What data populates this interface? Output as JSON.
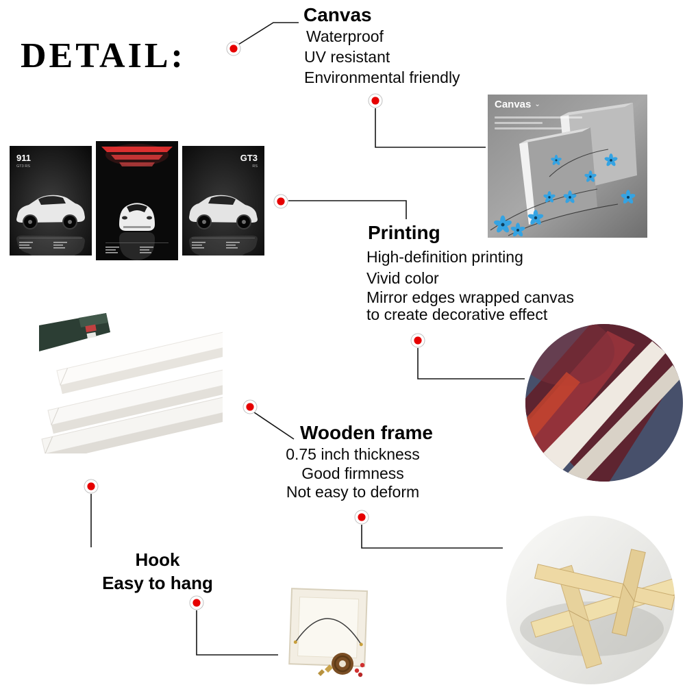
{
  "title": "DETAIL:",
  "sections": {
    "canvas": {
      "heading": "Canvas",
      "lines": [
        "Waterproof",
        "UV resistant",
        "Environmental friendly"
      ]
    },
    "printing": {
      "heading": "Printing",
      "lines": [
        "High-definition printing",
        "Vivid color",
        "Mirror edges wrapped canvas",
        "to create decorative effect"
      ]
    },
    "wooden_frame": {
      "heading": "Wooden frame",
      "lines": [
        "0.75 inch thickness",
        "Good firmness",
        "Not easy to deform"
      ]
    },
    "hook": {
      "heading": "Hook",
      "lines": [
        "Easy to hang"
      ]
    }
  },
  "photos": {
    "canvas_sample": {
      "label": "Canvas",
      "chevron": "⌄"
    },
    "posters": {
      "p1_title": "911",
      "p1_sub": "GT3 RS",
      "p3_title": "GT3",
      "p3_sub": "RS"
    }
  },
  "colors": {
    "marker_red": "#e60000",
    "connector_black": "#151515",
    "flower_blue": "#35a3e2",
    "wood_tan": "#eed9a4"
  }
}
